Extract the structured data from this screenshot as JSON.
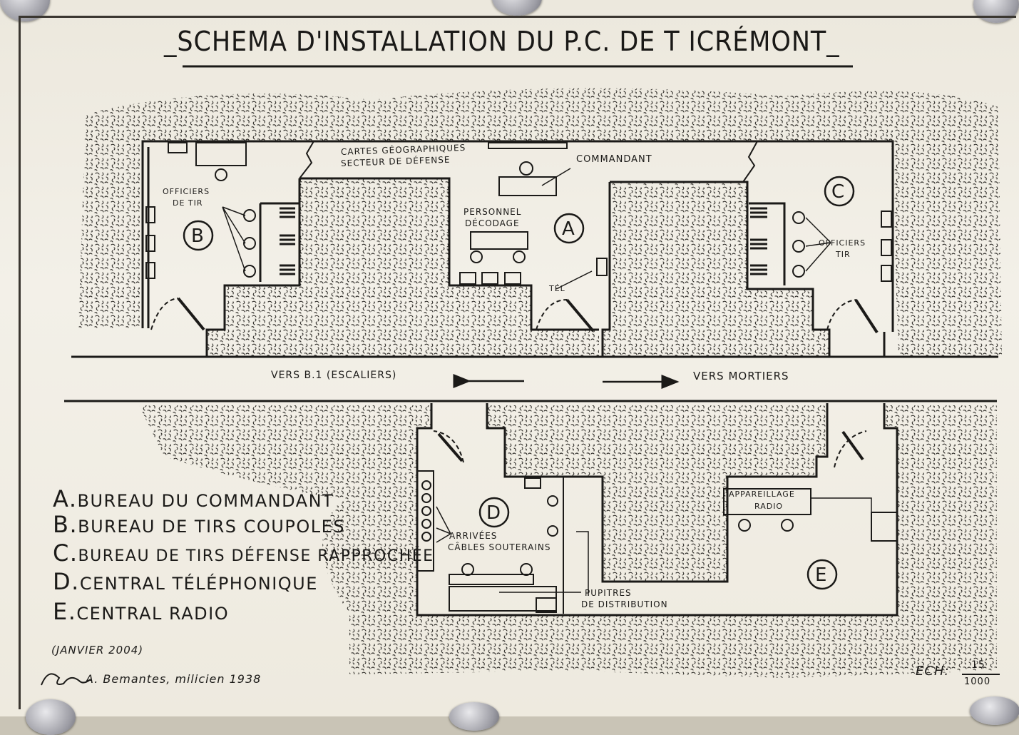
{
  "title": "_SCHEMA D'INSTALLATION DU P.C. DE T    ICRÉMONT_",
  "rooms": {
    "A": "A",
    "B": "B",
    "C": "C",
    "D": "D",
    "E": "E"
  },
  "labels": {
    "cartes": "CARTES GÉOGRAPHIQUES",
    "secteur": "SECTEUR DE DÉFENSE",
    "commandant": "COMMANDANT",
    "officiers_b_1": "OFFICIERS",
    "officiers_b_2": "DE TIR",
    "personnel_1": "PERSONNEL",
    "personnel_2": "DÉCODAGE",
    "tel": "TÉL",
    "officiers_c_1": "OFFICIERS",
    "officiers_c_2": "TIR",
    "vers_b1": "VERS B.1 (ESCALIERS)",
    "vers_mortiers": "VERS MORTIERS",
    "appareillage_1": "APPAREILLAGE",
    "appareillage_2": "RADIO",
    "arrivees_1": "ARRIVÉES",
    "arrivees_2": "CÂBLES SOUTERAINS",
    "pupitres_1": "PUPITRES",
    "pupitres_2": "DE DISTRIBUTION"
  },
  "legend": [
    {
      "letter": "A.",
      "text": "BUREAU DU COMMANDANT"
    },
    {
      "letter": "B.",
      "text": "BUREAU DE TIRS COUPOLES"
    },
    {
      "letter": "C.",
      "text": "BUREAU DE TIRS DÉFENSE RAPPROCHÉE"
    },
    {
      "letter": "D.",
      "text": "CENTRAL TÉLÉPHONIQUE"
    },
    {
      "letter": "E.",
      "text": "CENTRAL RADIO"
    }
  ],
  "date_note": "(JANVIER 2004)",
  "signature_text": "A. Bemantes, milicien 1938",
  "scale_prefix": "ECH:",
  "scale_num": "15",
  "scale_den": "1000",
  "colors": {
    "ink": "#1b1a18",
    "paper": "#f1eee6",
    "rock": "#2a2824"
  }
}
